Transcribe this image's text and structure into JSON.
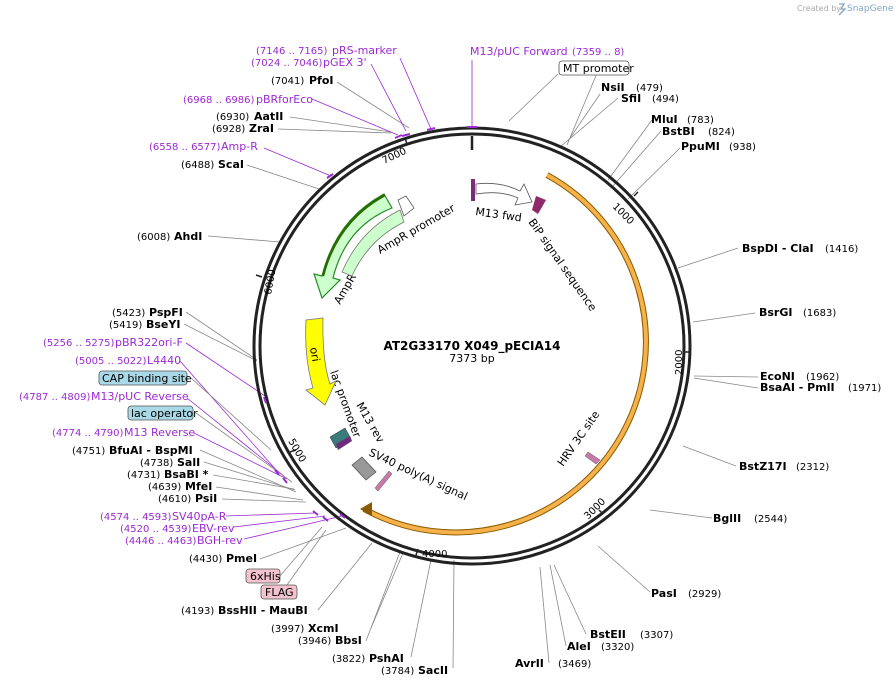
{
  "credit": {
    "prefix": "Created by",
    "brand": "SnapGene"
  },
  "plasmid": {
    "name": "AT2G33170 X049_pECIA14",
    "size": "7373 bp"
  },
  "ticks": [
    "1000",
    "2000",
    "3000",
    "4000",
    "5000",
    "6000",
    "7000"
  ],
  "feature_labels": {
    "m13_fwd": "M13 fwd",
    "bip": "BiP signal sequence",
    "hrv": "HRV 3C site",
    "sv40polya": "SV40 poly(A) signal",
    "lac_promoter": "lac promoter",
    "m13_rev": "M13 rev",
    "ori": "ori",
    "ampr": "AmpR",
    "ampr_promoter": "AmpR promoter"
  },
  "boxed_labels": {
    "mt_promoter": "MT promoter",
    "cap_binding": "CAP binding site",
    "lac_operator": "lac operator",
    "sixhis": "6xHis",
    "flag": "FLAG"
  },
  "top_primers": {
    "m13puc_fwd": {
      "name": "M13/pUC Forward",
      "pos": "(7359 .. 8)"
    },
    "prs_marker": {
      "name": "pRS-marker",
      "pos": "(7146 .. 7165)"
    },
    "pgex3": {
      "name": "pGEX 3'",
      "pos": "(7024 .. 7046)"
    },
    "pbrforeco": {
      "name": "pBRforEco",
      "pos": "(6968 .. 6986)"
    },
    "ampr_primer": {
      "name": "Amp-R",
      "pos": "(6558 .. 6577)"
    }
  },
  "right_sites": [
    {
      "name": "NsiI",
      "pos": "(479)"
    },
    {
      "name": "SfiI",
      "pos": "(494)"
    },
    {
      "name": "MluI",
      "pos": "(783)"
    },
    {
      "name": "BstBI",
      "pos": "(824)"
    },
    {
      "name": "PpuMI",
      "pos": "(938)"
    },
    {
      "name": "BspDI  - ClaI",
      "pos": "(1416)"
    },
    {
      "name": "BsrGI",
      "pos": "(1683)"
    },
    {
      "name": "EcoNI",
      "pos": "(1962)"
    },
    {
      "name": "BsaAI  - PmlI",
      "pos": "(1971)"
    },
    {
      "name": "BstZ17I",
      "pos": "(2312)"
    },
    {
      "name": "BglII",
      "pos": "(2544)"
    },
    {
      "name": "PasI",
      "pos": "(2929)"
    },
    {
      "name": "BstEII",
      "pos": "(3307)"
    },
    {
      "name": "AleI",
      "pos": "(3320)"
    },
    {
      "name": "AvrII",
      "pos": "(3469)"
    }
  ],
  "left_sites": [
    {
      "name": "PfoI",
      "pos": "(7041)"
    },
    {
      "name": "AatII",
      "pos": "(6930)"
    },
    {
      "name": "ZraI",
      "pos": "(6928)"
    },
    {
      "name": "ScaI",
      "pos": "(6488)"
    },
    {
      "name": "AhdI",
      "pos": "(6008)"
    },
    {
      "name": "PspFI",
      "pos": "(5423)"
    },
    {
      "name": "BseYI",
      "pos": "(5419)"
    },
    {
      "name": "BfuAI  - BspMI",
      "pos": "(4751)"
    },
    {
      "name": "SalI",
      "pos": "(4738)"
    },
    {
      "name": "BsaBI *",
      "pos": "(4731)"
    },
    {
      "name": "MfeI",
      "pos": "(4639)"
    },
    {
      "name": "PsiI",
      "pos": "(4610)"
    },
    {
      "name": "PmeI",
      "pos": "(4430)"
    },
    {
      "name": "BssHII  - MauBI",
      "pos": "(4193)"
    },
    {
      "name": "XcmI",
      "pos": "(3997)"
    },
    {
      "name": "BbsI",
      "pos": "(3946)"
    },
    {
      "name": "PshAI",
      "pos": "(3822)"
    },
    {
      "name": "SacII",
      "pos": "(3784)"
    }
  ],
  "left_primers": [
    {
      "name": "pBR322ori-F",
      "pos": "(5256 .. 5275)"
    },
    {
      "name": "L4440",
      "pos": "(5005 .. 5022)"
    },
    {
      "name": "M13/pUC Reverse",
      "pos": "(4787 .. 4809)"
    },
    {
      "name": "M13 Reverse",
      "pos": "(4774 .. 4790)"
    },
    {
      "name": "SV40pA-R",
      "pos": "(4574 .. 4593)"
    },
    {
      "name": "EBV-rev",
      "pos": "(4520 .. 4539)"
    },
    {
      "name": "BGH-rev",
      "pos": "(4446 .. 4463)"
    }
  ],
  "colors": {
    "backbone": "#222222",
    "primer": "#9b2ad1",
    "orange_feature": "#f6b24a",
    "ori": "#ffff00",
    "ampr": "#ccffcc",
    "box_blue": "#a9d8e6",
    "box_pink": "#f2c2cf"
  }
}
